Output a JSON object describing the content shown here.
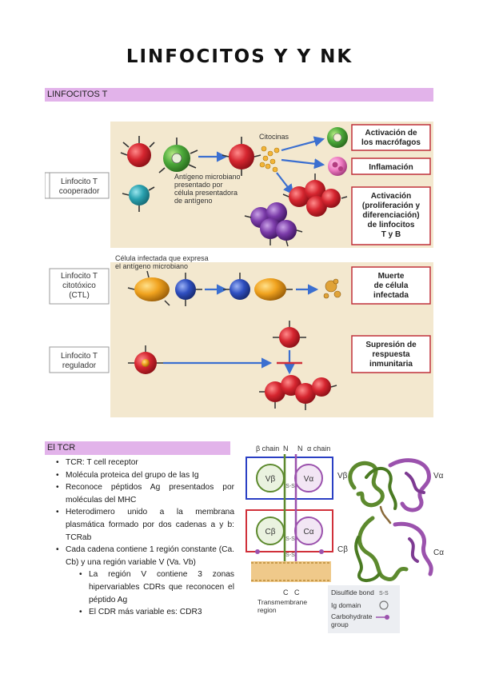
{
  "title": "LINFOCITOS Y Y NK",
  "section1": {
    "label": "LINFOCITOS T"
  },
  "figure1": {
    "rows": [
      {
        "label_lines": [
          "Linfocito T",
          "cooperador"
        ]
      },
      {
        "label_lines": [
          "Linfocito T",
          "citotóxico",
          "(CTL)"
        ]
      },
      {
        "label_lines": [
          "Linfocito T",
          "regulador"
        ]
      }
    ],
    "captions": {
      "citocinas": "Citocinas",
      "antigeno_lines": [
        "Antígeno microbiano",
        "presentado por",
        "célula presentadora",
        "de antígeno"
      ],
      "infected_lines": [
        "Célula infectada que expresa",
        "el antígeno microbiano"
      ]
    },
    "outcomes": {
      "macrofagos": [
        "Activación de",
        "los macrófagos"
      ],
      "inflamacion": [
        "Inflamación"
      ],
      "activacion": [
        "Activación",
        "(proliferación y",
        "diferenciación)",
        "de linfocitos",
        "T y B"
      ],
      "muerte": [
        "Muerte",
        "de célula",
        "infectada"
      ],
      "supresion": [
        "Supresión de",
        "respuesta",
        "inmunitaria"
      ]
    },
    "colors": {
      "panel": "#f3e8cf",
      "box_border": "#c0303a",
      "arrow": "#3b6fd0",
      "red_cell": "#d5252f",
      "green_cell": "#4caa3a"
    }
  },
  "section2": {
    "label": "El TCR",
    "bullets": [
      "TCR: T cell receptor",
      "Molécula proteica del grupo de las Ig",
      "Reconoce péptidos Ag presentados por moléculas del MHC",
      "Heterodimero unido a la membrana plasmática formado por dos cadenas a y b: TCRab",
      "Cada cadena contiene 1 región constante (Ca. Cb) y una región variable V (Va. Vb)"
    ],
    "sub_bullets": [
      "La región V contiene 3 zonas hipervariables CDRs que reconocen el péptido Ag",
      "El CDR más variable es: CDR3"
    ]
  },
  "figure2": {
    "beta_chain": "β chain",
    "alpha_chain": "α chain",
    "n": "N",
    "c": "C",
    "ss": "S-S",
    "v_beta": "Vβ",
    "v_alpha": "Vα",
    "c_beta": "Cβ",
    "c_alpha": "Cα",
    "transmembrane_lines": [
      "Transmembrane",
      "region"
    ],
    "legend": {
      "disulfide": "Disulfide bond",
      "ig_domain": "Ig domain",
      "carbohydrate_lines": [
        "Carbohydrate",
        "group"
      ]
    },
    "colors": {
      "v_box": "#2a3fc4",
      "c_box": "#d0303a",
      "beta": "#5d8a2e",
      "alpha": "#9b52ad"
    }
  }
}
